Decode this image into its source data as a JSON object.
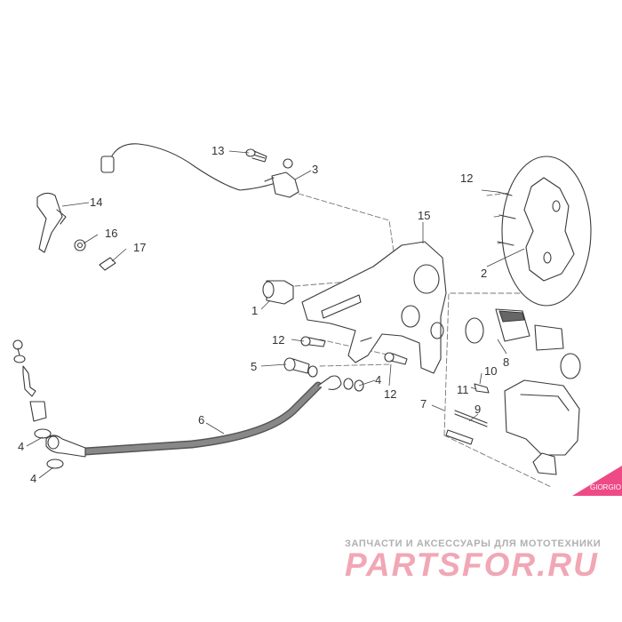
{
  "diagram": {
    "callouts": {
      "c1": "1",
      "c2": "2",
      "c3": "3",
      "c4a": "4",
      "c4b": "4",
      "c4c": "4",
      "c5": "5",
      "c6": "6",
      "c7": "7",
      "c8": "8",
      "c9": "9",
      "c10": "10",
      "c11": "11",
      "c12a": "12",
      "c12b": "12",
      "c12c": "12",
      "c13": "13",
      "c14": "14",
      "c15": "15",
      "c16": "16",
      "c17": "17"
    }
  },
  "watermark": {
    "tagline": "ЗАПЧАСТИ И АКСЕССУАРЫ ДЛЯ МОТОТЕХНИКИ",
    "wordmark": "PARTSFOR.RU",
    "badge_text": "GIORGIO",
    "accent_color": "#ee4b86"
  }
}
